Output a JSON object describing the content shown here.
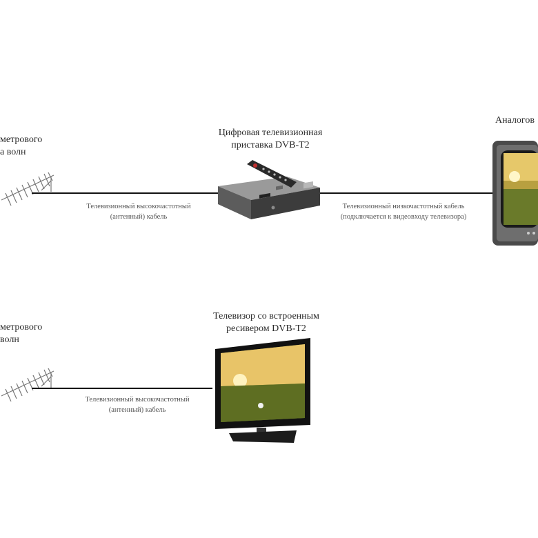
{
  "row1": {
    "antenna_label": [
      "метрового",
      "а волн"
    ],
    "stb_label": [
      "Цифровая телевизионная",
      "приставка DVB-T2"
    ],
    "tv_label": "Аналогов",
    "cable1_caption": [
      "Телевизионный высокочастотный",
      "(антенный) кабель"
    ],
    "cable2_caption": [
      "Телевизионный низкочастотный кабель",
      "(подключается к видеовходу телевизора)"
    ]
  },
  "row2": {
    "antenna_label": [
      "метрового",
      "волн"
    ],
    "tv_label": [
      "Телевизор со встроенным",
      "ресивером DVB-T2"
    ],
    "cable_caption": [
      "Телевизионный высокочастотный",
      "(антенный) кабель"
    ]
  }
}
